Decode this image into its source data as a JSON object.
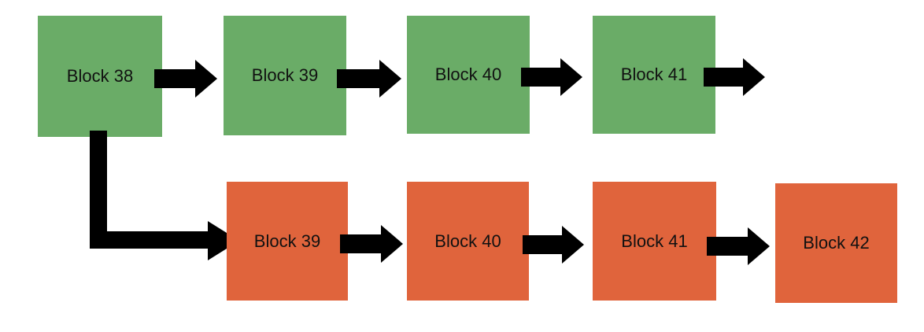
{
  "colors": {
    "main_chain_block": "#6aac67",
    "fork_chain_block": "#e0643c",
    "arrow": "#000000",
    "background": "#ffffff"
  },
  "main_chain": {
    "blocks": [
      {
        "label": "Block 38"
      },
      {
        "label": "Block 39"
      },
      {
        "label": "Block 40"
      },
      {
        "label": "Block 41"
      }
    ]
  },
  "fork_chain": {
    "blocks": [
      {
        "label": "Block 39"
      },
      {
        "label": "Block 40"
      },
      {
        "label": "Block 41"
      },
      {
        "label": "Block 42"
      }
    ]
  }
}
